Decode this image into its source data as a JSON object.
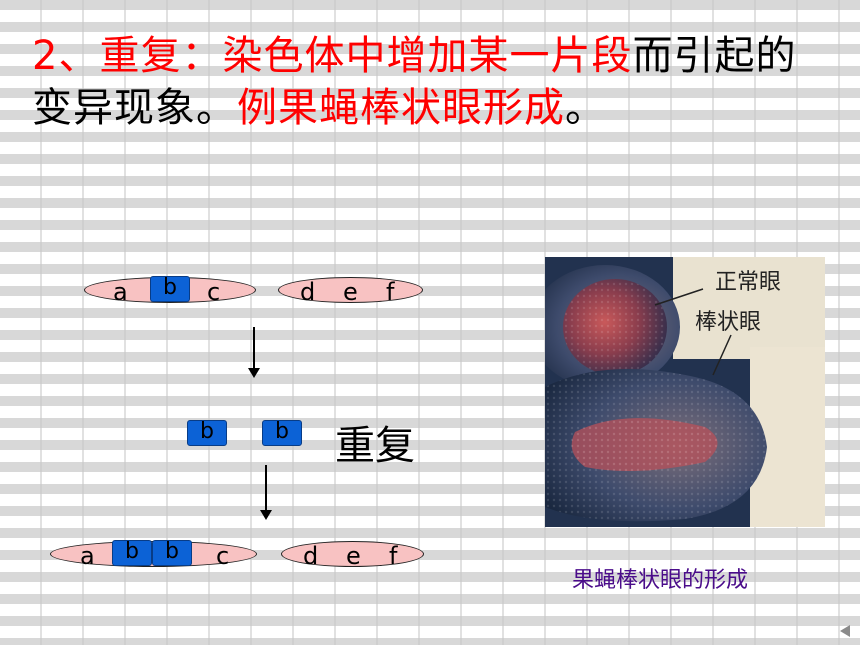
{
  "title": {
    "part1": "2、重复：",
    "part2": "染色体中增加某一片段",
    "part3": "而引起的变异现象。",
    "part4": "例果蝇棒状眼形成",
    "part5": "。"
  },
  "diagram": {
    "top_left_genes": [
      "a",
      "b",
      "c"
    ],
    "top_right_genes": [
      "d",
      "e",
      "f"
    ],
    "middle_segments": [
      "b",
      "b"
    ],
    "middle_label": "重复",
    "bottom_left_genes": [
      "a",
      "b",
      "b",
      "c"
    ],
    "bottom_right_genes": [
      "d",
      "e",
      "f"
    ]
  },
  "photo": {
    "label_normal": "正常眼",
    "label_bar": "棒状眼",
    "caption": "果蝇棒状眼的形成"
  },
  "colors": {
    "chromosome_fill": "#f8c2c2",
    "duplicated_segment": "#0c62d6",
    "title_red": "#ff0000",
    "caption_purple": "#4a0c8a"
  }
}
